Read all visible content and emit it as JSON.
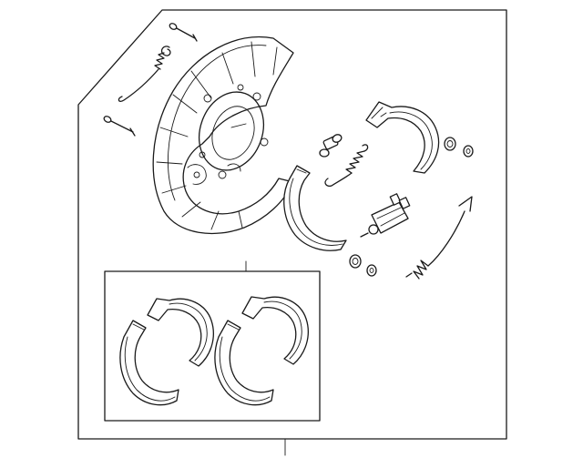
{
  "diagram": {
    "parts": [
      {
        "id": "backing-plate"
      },
      {
        "id": "shoe-hold-down-pin-top"
      },
      {
        "id": "shoe-hold-down-pin-lower"
      },
      {
        "id": "return-spring-upper"
      },
      {
        "id": "adjuster-spring"
      },
      {
        "id": "anchor-pin-assembly"
      },
      {
        "id": "parking-shoe-upper"
      },
      {
        "id": "parking-shoe-lower"
      },
      {
        "id": "adjuster-assembly"
      },
      {
        "id": "hold-down-spring-cup-right"
      },
      {
        "id": "hold-down-spring-cup-lower"
      },
      {
        "id": "strut-spring-right"
      },
      {
        "id": "shoe-kit-inset"
      }
    ]
  }
}
